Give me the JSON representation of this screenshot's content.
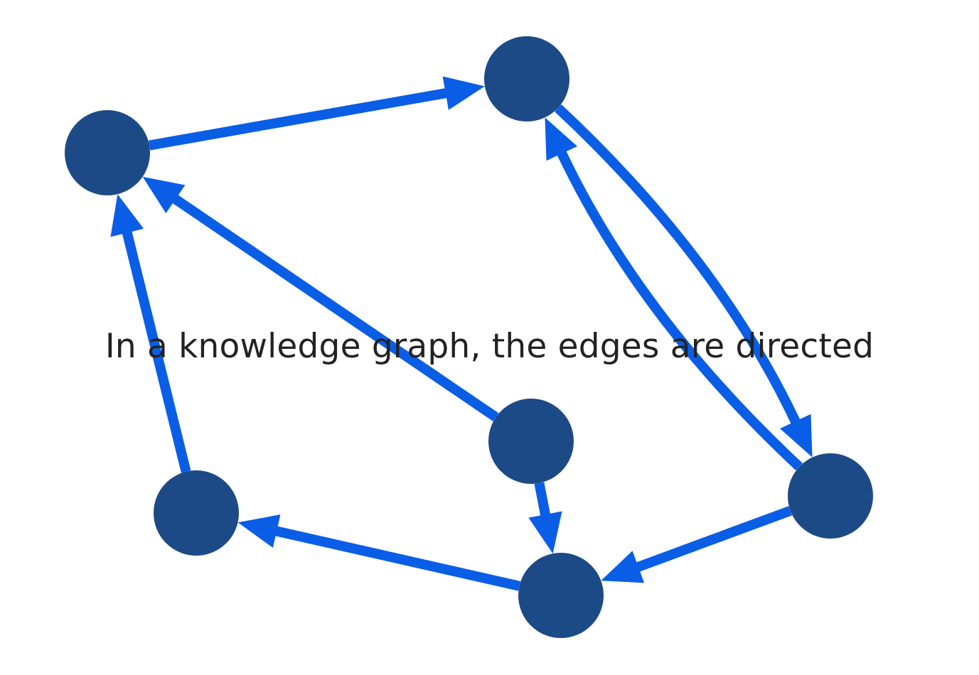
{
  "caption": "In a knowledge graph, the edges are directed",
  "colors": {
    "node": "#1c4a86",
    "edge": "#0a5ee6",
    "text": "#222222",
    "background": "#ffffff"
  },
  "nodes": [
    {
      "id": "n1"
    },
    {
      "id": "n2"
    },
    {
      "id": "n3"
    },
    {
      "id": "n4"
    },
    {
      "id": "n5"
    },
    {
      "id": "n6"
    }
  ],
  "edges": [
    {
      "from": "n1",
      "to": "n2"
    },
    {
      "from": "n2",
      "to": "n6"
    },
    {
      "from": "n6",
      "to": "n2"
    },
    {
      "from": "n3",
      "to": "n1"
    },
    {
      "from": "n4",
      "to": "n1"
    },
    {
      "from": "n3",
      "to": "n5"
    },
    {
      "from": "n6",
      "to": "n5"
    },
    {
      "from": "n5",
      "to": "n4"
    }
  ]
}
